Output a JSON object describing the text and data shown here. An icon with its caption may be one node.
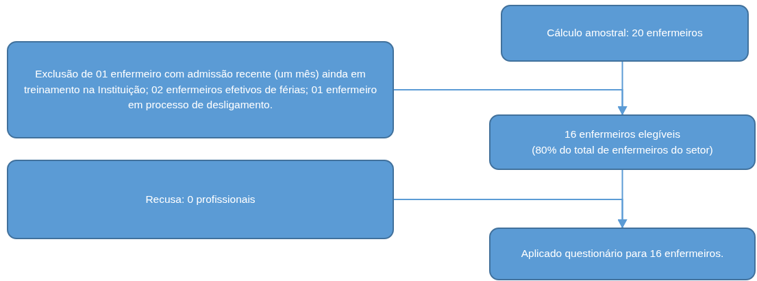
{
  "diagram": {
    "nodes": [
      {
        "text": [
          "Cálculo amostral: 20 enfermeiros"
        ]
      },
      {
        "text": [
          "Exclusão de 01 enfermeiro com admissão recente (um mês) ainda em treinamento na Instituição; 02 enfermeiros efetivos de férias; 01 enfermeiro em processo de desligamento."
        ]
      },
      {
        "text": [
          "16 enfermeiros elegíveis",
          "(80% do total de enfermeiros do setor)"
        ]
      },
      {
        "text": [
          "Recusa: 0 profissionais"
        ]
      },
      {
        "text": [
          "Aplicado questionário para 16 enfermeiros."
        ]
      }
    ],
    "edges": [
      {
        "from": 0,
        "to": 2,
        "arrow": "to"
      },
      {
        "from": 1,
        "to": 2,
        "arrow": "to"
      },
      {
        "from": 2,
        "to": 4,
        "arrow": "to"
      },
      {
        "from": 3,
        "to": 4,
        "arrow": "to"
      }
    ]
  }
}
